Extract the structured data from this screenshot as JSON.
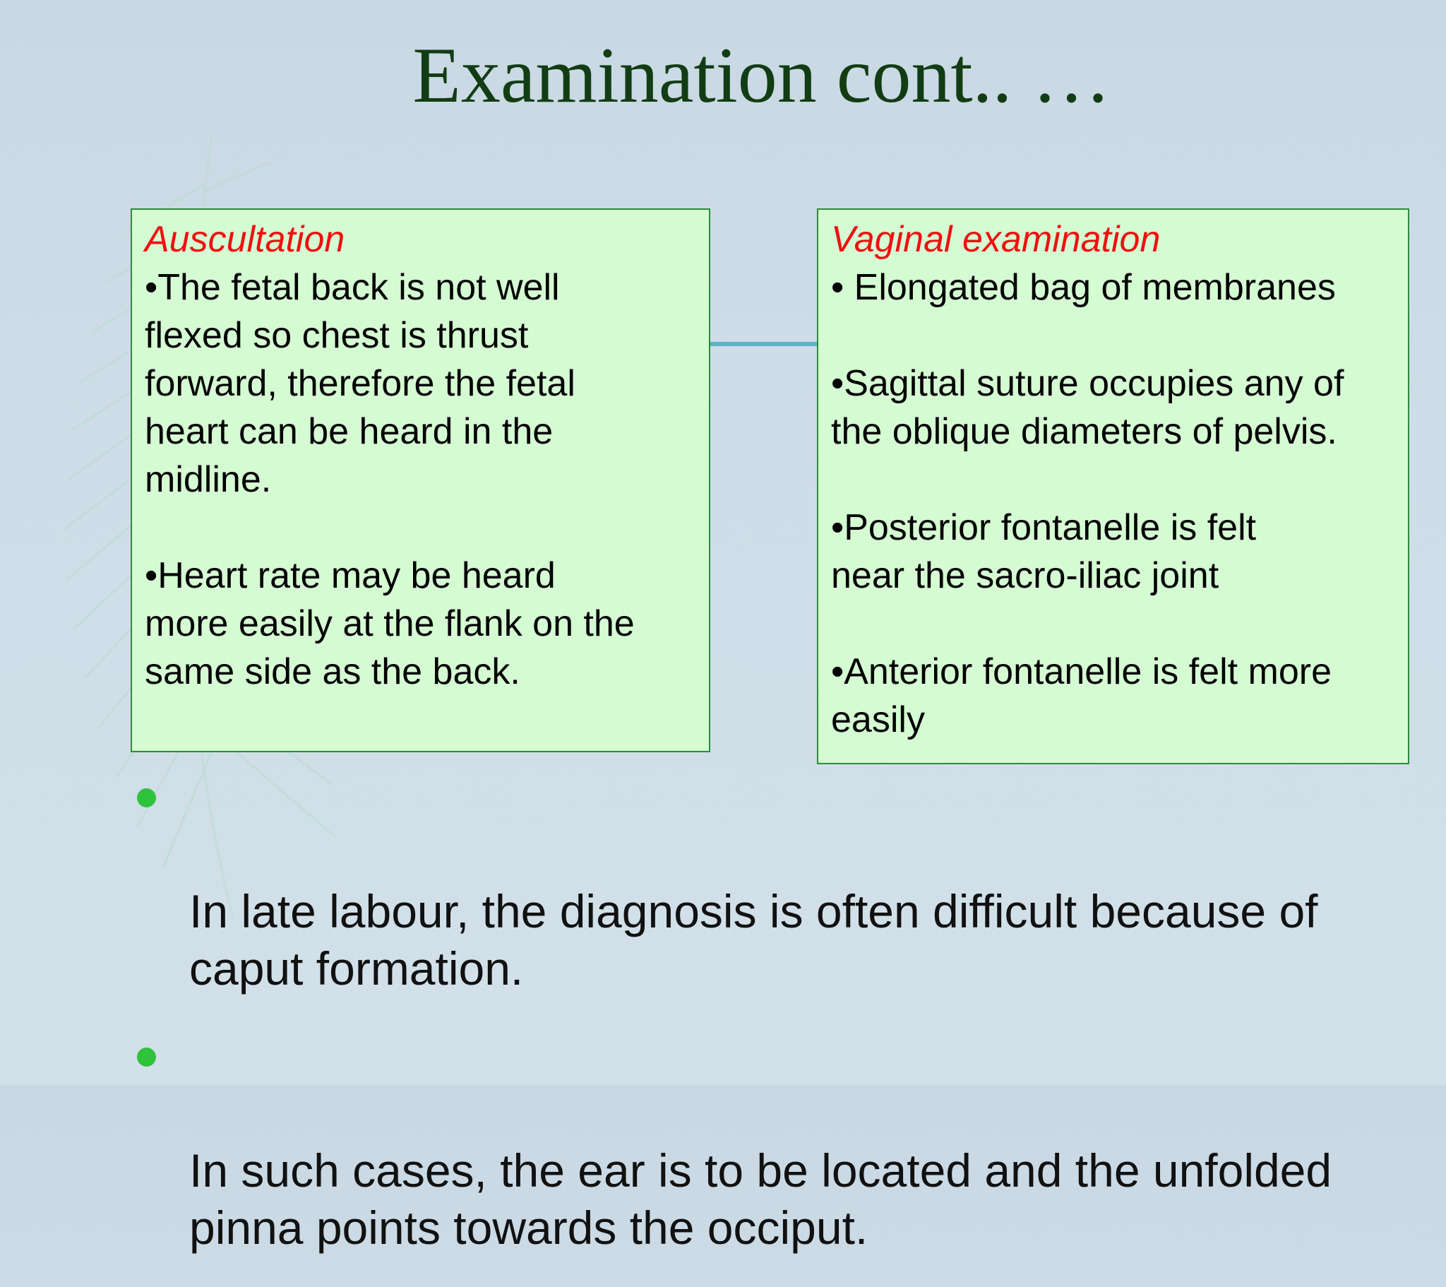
{
  "slide": {
    "title": "Examination cont.. …"
  },
  "auscultation": {
    "heading": "Auscultation",
    "points": [
      "•The fetal back is not well\nflexed so chest is thrust\nforward, therefore the fetal\nheart can be heard in the\nmidline.",
      "•Heart rate may be heard\nmore easily at the flank on the\nsame side as the back."
    ]
  },
  "vaginal_examination": {
    "heading": "Vaginal examination",
    "points": [
      "• Elongated bag of membranes",
      "•Sagittal suture occupies any of\nthe oblique diameters of pelvis.",
      "•Posterior fontanelle is felt\nnear the sacro-iliac joint",
      "•Anterior fontanelle is felt more\neasily"
    ]
  },
  "bullets": [
    "In late labour, the diagnosis is often difficult because of\ncaput formation.",
    "In such cases, the ear is to be located and the unfolded\npinna points towards the occiput."
  ],
  "colors": {
    "title": "#123d14",
    "box_fill": "#d5fbd3",
    "box_border": "#2e8b3a",
    "heading_red": "#ee1111",
    "connector": "#5ab3c2",
    "bullet_dot": "#2fc23c"
  }
}
